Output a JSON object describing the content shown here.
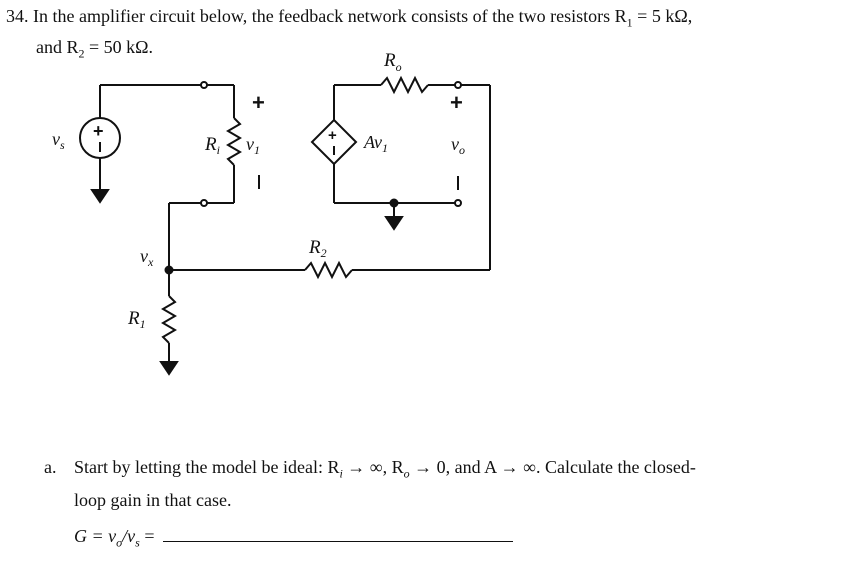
{
  "question": {
    "number": "34.",
    "line1": "In the amplifier circuit below, the feedback network consists of the two resistors R",
    "sub1": "1",
    "mid1": " = 5 kΩ,",
    "line2a": "and R",
    "sub2": "2",
    "line2b": " = 50 kΩ."
  },
  "labels": {
    "vs": "v",
    "vs_sub": "s",
    "ri": "R",
    "ri_sub": "i",
    "v1": "v",
    "v1_sub": "1",
    "ro": "R",
    "ro_sub": "o",
    "avin": "Av",
    "avin_sub": "1",
    "vo": "v",
    "vo_sub": "o",
    "vx": "v",
    "vx_sub": "x",
    "r1": "R",
    "r1_sub": "1",
    "r2": "R",
    "r2_sub": "2",
    "plus": "+",
    "minus": "–"
  },
  "part_a": {
    "label": "a.",
    "text_line1": "Start by letting the model be ideal: R",
    "ri_sub": "i",
    "t2": " → ∞, R",
    "ro_sub": "o",
    "t3": " → 0, and A → ∞. Calculate the closed-",
    "text_line2": "loop gain in that case."
  },
  "gain": {
    "lhs": "G = v",
    "o_sub": "o",
    "slash": "/v",
    "s_sub": "s",
    "eq": " ="
  }
}
